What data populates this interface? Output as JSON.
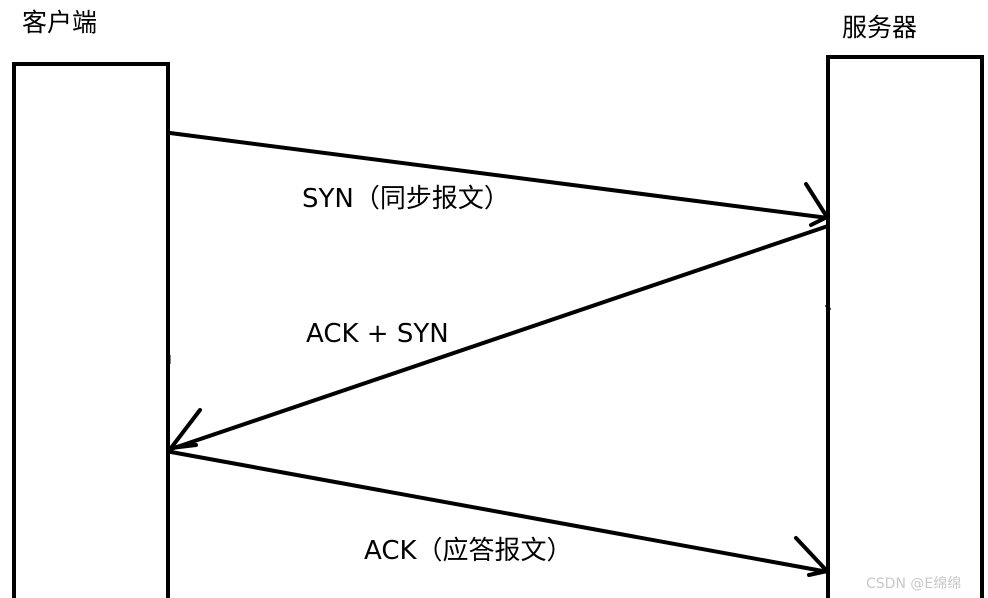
{
  "participants": {
    "client": "客户端",
    "server": "服务器"
  },
  "messages": [
    {
      "from": "client",
      "to": "server",
      "label": "SYN（同步报文）"
    },
    {
      "from": "server",
      "to": "client",
      "label": "ACK + SYN"
    },
    {
      "from": "client",
      "to": "server",
      "label": "ACK（应答报文）"
    }
  ],
  "watermark": "CSDN @E绵绵",
  "colors": {
    "line": "#000000",
    "background": "#ffffff",
    "watermark": "#c8c8c8"
  }
}
